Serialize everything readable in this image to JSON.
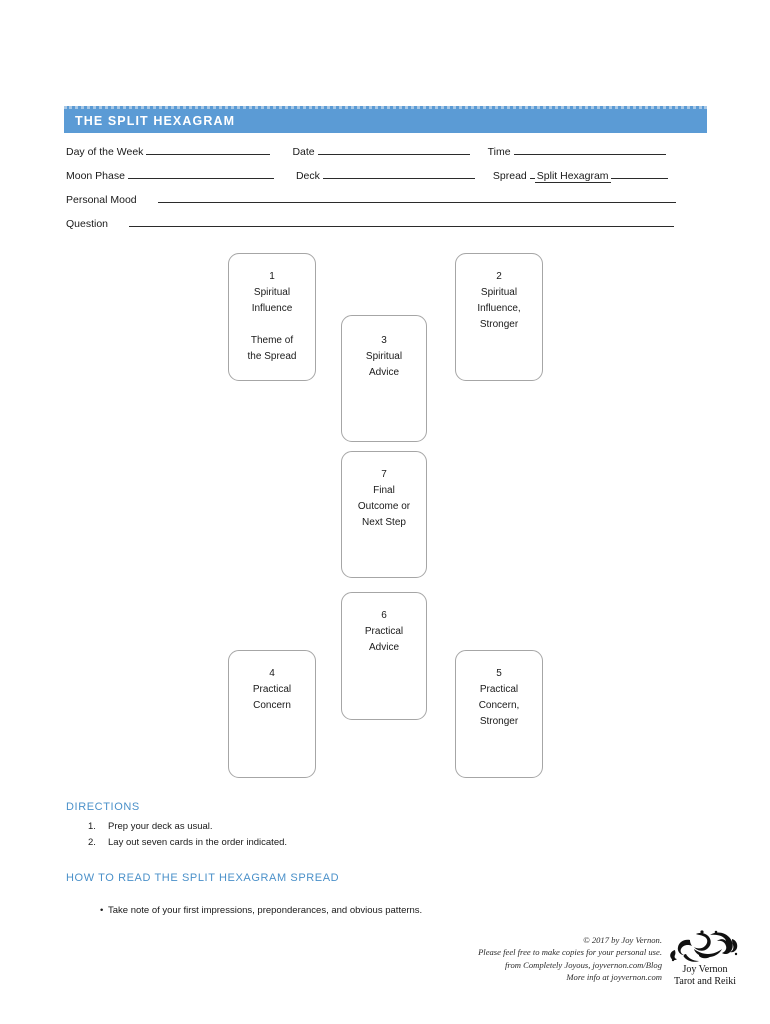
{
  "title_bar": {
    "title": "THE SPLIT HEXAGRAM",
    "background_color": "#5B9BD5",
    "text_color": "#FFFFFF"
  },
  "form": {
    "rows": [
      {
        "fields": [
          "Day of the Week",
          "Date",
          "Time"
        ]
      },
      {
        "fields": [
          "Moon Phase",
          "Deck",
          "Spread"
        ]
      }
    ],
    "day_of_week_label": "Day of the Week",
    "date_label": "Date",
    "time_label": "Time",
    "moon_phase_label": "Moon Phase",
    "deck_label": "Deck",
    "spread_label": "Spread",
    "spread_value": "Split Hexagram",
    "personal_mood_label": "Personal Mood",
    "question_label": "Question"
  },
  "spread_cards": [
    {
      "id": "card-1",
      "number": "1",
      "lines": [
        "Spiritual",
        "Influence"
      ],
      "lines2": [
        "Theme of",
        "the Spread"
      ]
    },
    {
      "id": "card-2",
      "number": "2",
      "lines": [
        "Spiritual",
        "Influence,",
        "Stronger"
      ],
      "lines2": []
    },
    {
      "id": "card-3",
      "number": "3",
      "lines": [
        "Spiritual",
        "Advice"
      ],
      "lines2": []
    },
    {
      "id": "card-7",
      "number": "7",
      "lines": [
        "Final",
        "Outcome or",
        "Next Step"
      ],
      "lines2": []
    },
    {
      "id": "card-6",
      "number": "6",
      "lines": [
        "Practical",
        "Advice"
      ],
      "lines2": []
    },
    {
      "id": "card-4",
      "number": "4",
      "lines": [
        "Practical",
        "Concern"
      ],
      "lines2": []
    },
    {
      "id": "card-5",
      "number": "5",
      "lines": [
        "Practical",
        "Concern,",
        "Stronger"
      ],
      "lines2": []
    }
  ],
  "directions": {
    "heading": "DIRECTIONS",
    "accent_color": "#4A90C9",
    "items": [
      {
        "marker": "1.",
        "text": "Prep your deck as usual."
      },
      {
        "marker": "2.",
        "text": "Lay out seven cards in the order indicated."
      }
    ]
  },
  "how_to_read": {
    "heading": "HOW TO READ THE SPLIT HEXAGRAM SPREAD",
    "items": [
      {
        "marker": "•",
        "text": "Take note of your first impressions, preponderances, and obvious patterns."
      }
    ]
  },
  "footer": {
    "lines": [
      "© 2017 by Joy Vernon.",
      "Please feel free to make copies for your personal use.",
      "from Completely Joyous, joyvernon.com/Blog",
      "More info at joyvernon.com"
    ],
    "logo_name": "Joy Vernon",
    "logo_tagline": "Tarot and Reiki"
  }
}
